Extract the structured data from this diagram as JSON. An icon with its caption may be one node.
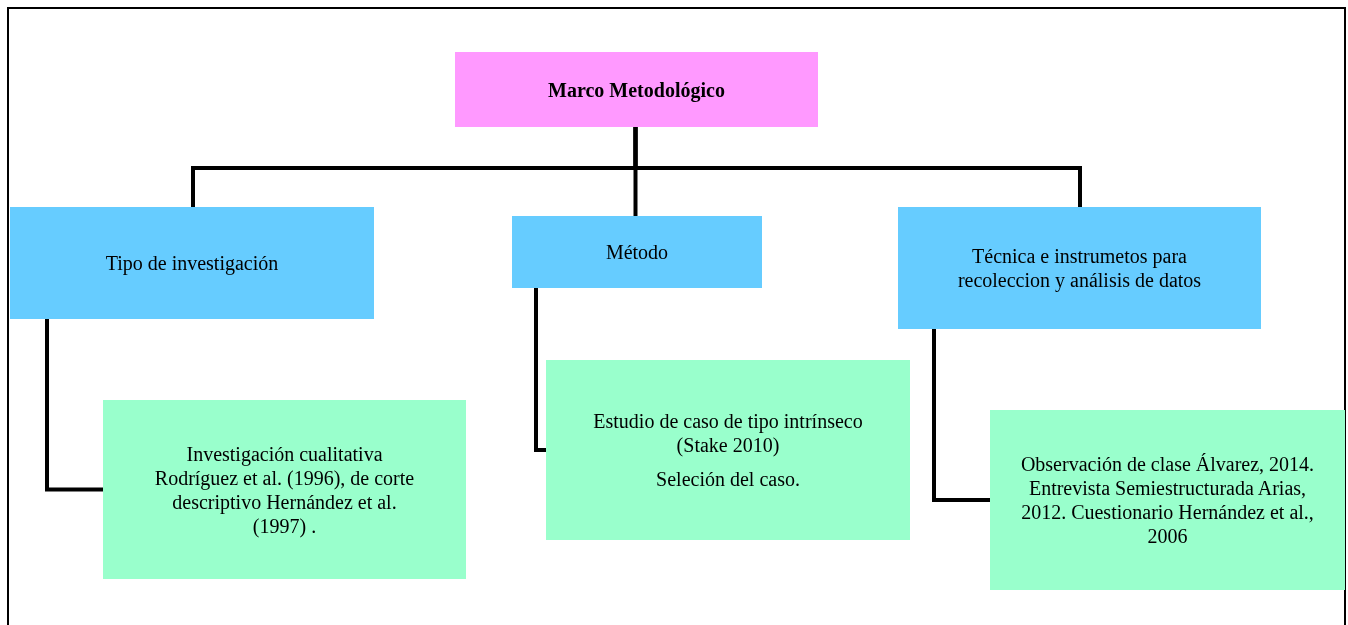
{
  "diagram": {
    "nodes": [
      {
        "text": [
          "Marco Metodológico"
        ]
      },
      {
        "text": [
          "Tipo de investigación"
        ]
      },
      {
        "text": [
          "Método"
        ]
      },
      {
        "text": [
          "Técnica e instrumetos para recoleccion y análisis de datos"
        ]
      },
      {
        "text": [
          "Investigación cualitativa Rodríguez et al. (1996), de corte descriptivo Hernández et al. (1997) ."
        ]
      },
      {
        "text": [
          "Estudio de caso de tipo intrínseco (Stake 2010)",
          "Seleción del caso."
        ]
      },
      {
        "text": [
          "Observación de clase Álvarez, 2014. Entrevista Semiestructurada Arias, 2012. Cuestionario Hernández et al., 2006"
        ]
      }
    ],
    "edges": [
      {
        "from": 0,
        "to": 1,
        "arrow": "none"
      },
      {
        "from": 0,
        "to": 2,
        "arrow": "none"
      },
      {
        "from": 0,
        "to": 3,
        "arrow": "none"
      },
      {
        "from": 1,
        "to": 4,
        "arrow": "none"
      },
      {
        "from": 2,
        "to": 5,
        "arrow": "none"
      },
      {
        "from": 3,
        "to": 6,
        "arrow": "none"
      }
    ]
  }
}
